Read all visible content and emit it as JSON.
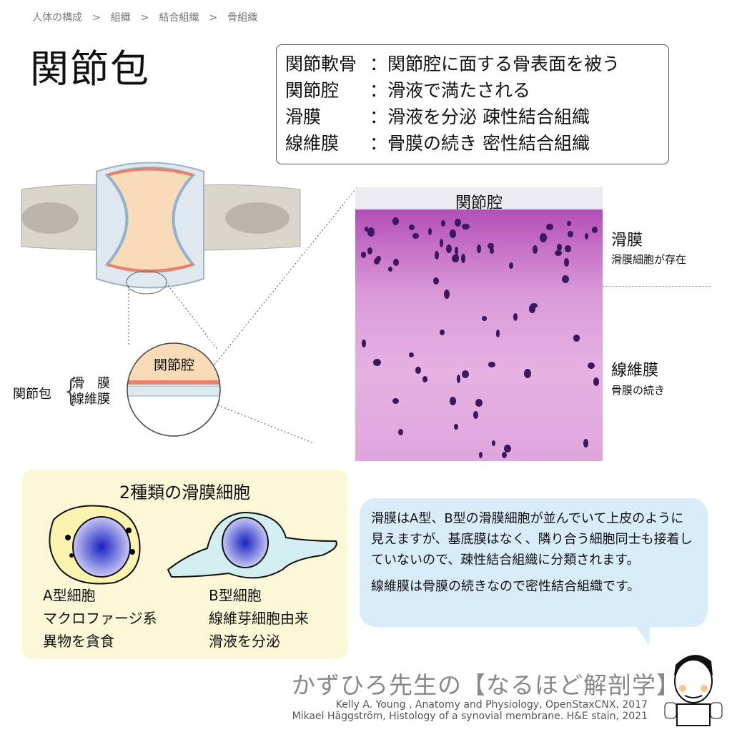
{
  "breadcrumb": [
    "人体の構成",
    ">",
    "組織",
    ">",
    "結合組織",
    ">",
    "骨組織"
  ],
  "title": "関節包",
  "definitions": [
    {
      "term": "関節軟骨",
      "desc": "：関節腔に面する骨表面を被う"
    },
    {
      "term": "関節腔",
      "desc": "：滑液で満たされる"
    },
    {
      "term": "滑膜",
      "desc": "：滑液を分泌 疎性結合組織"
    },
    {
      "term": "線維膜",
      "desc": "：骨膜の続き 密性結合組織"
    }
  ],
  "diagram": {
    "cavity_label": "関節腔",
    "capsule_label": "関節包",
    "brace": "{",
    "layer1": "滑　膜",
    "layer2": "線維膜"
  },
  "histology": {
    "top_label": "関節腔",
    "synovium": "滑膜",
    "synovium_note": "滑膜細胞が存在",
    "fibrous": "線維膜",
    "fibrous_note": "骨膜の続き"
  },
  "cells": {
    "title": "2種類の滑膜細胞",
    "a": [
      "A型細胞",
      "マクロファージ系",
      "異物を貪食"
    ],
    "b": [
      "B型細胞",
      "線維芽細胞由来",
      "滑液を分泌"
    ]
  },
  "bubble": [
    "滑膜はA型、B型の滑膜細胞が並んでいて上皮のように見えますが、基底膜はなく、隣り合う細胞同士も接着していないので、疎性結合組織に分類されます。",
    "線維膜は骨膜の続きなので密性結合組織です。"
  ],
  "brand": "かずひろ先生の【なるほど解剖学】",
  "credits": [
    "Kelly A. Young , Anatomy and Physiology, OpenStaxCNX, 2017",
    "Mikael Häggström, Histology of a synovial membrane. H&E stain, 2021"
  ]
}
